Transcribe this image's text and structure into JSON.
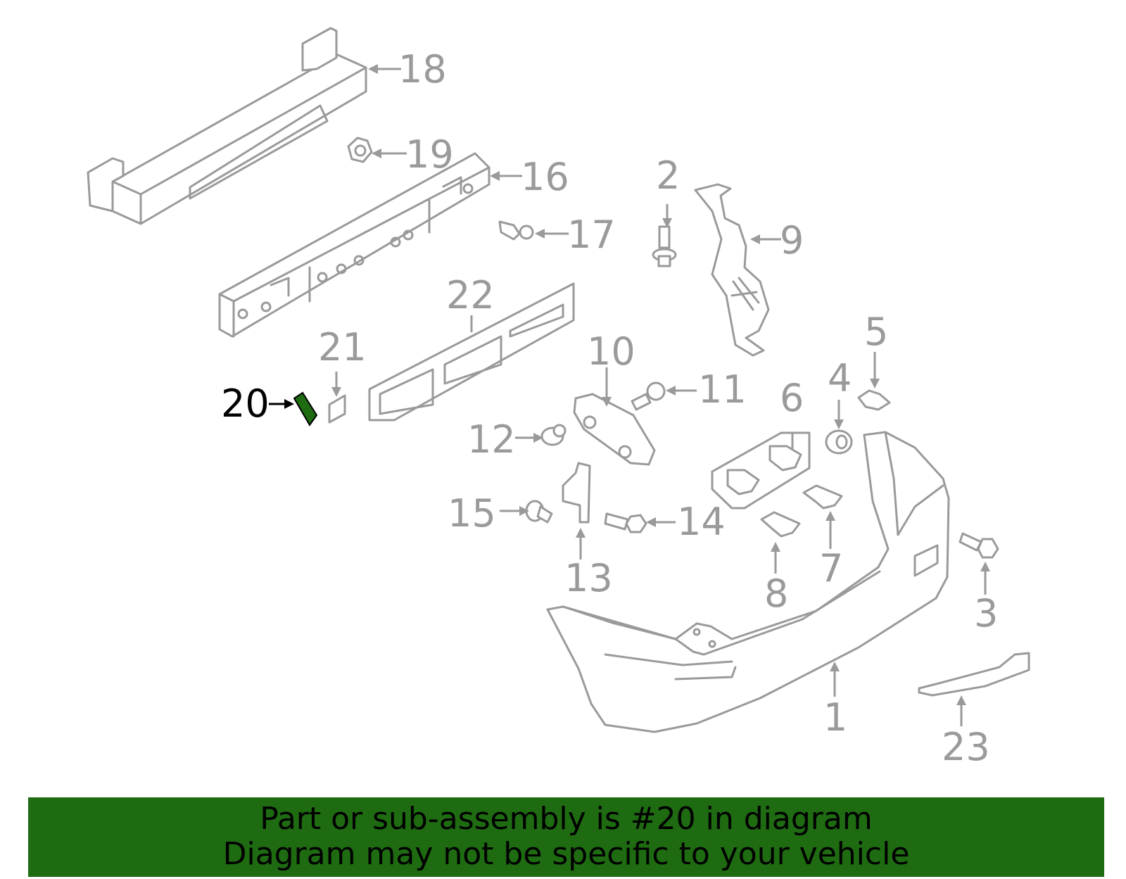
{
  "callouts": [
    {
      "id": "1",
      "text": "1"
    },
    {
      "id": "2",
      "text": "2"
    },
    {
      "id": "3",
      "text": "3"
    },
    {
      "id": "4",
      "text": "4"
    },
    {
      "id": "5",
      "text": "5"
    },
    {
      "id": "6",
      "text": "6"
    },
    {
      "id": "7",
      "text": "7"
    },
    {
      "id": "8",
      "text": "8"
    },
    {
      "id": "9",
      "text": "9"
    },
    {
      "id": "10",
      "text": "10"
    },
    {
      "id": "11",
      "text": "11"
    },
    {
      "id": "12",
      "text": "12"
    },
    {
      "id": "13",
      "text": "13"
    },
    {
      "id": "14",
      "text": "14"
    },
    {
      "id": "15",
      "text": "15"
    },
    {
      "id": "16",
      "text": "16"
    },
    {
      "id": "17",
      "text": "17"
    },
    {
      "id": "18",
      "text": "18"
    },
    {
      "id": "19",
      "text": "19"
    },
    {
      "id": "20",
      "text": "20"
    },
    {
      "id": "21",
      "text": "21"
    },
    {
      "id": "22",
      "text": "22"
    },
    {
      "id": "23",
      "text": "23"
    }
  ],
  "highlight": {
    "part": "20",
    "color": "#1e6b12"
  },
  "colors": {
    "line": "#9a9a9a",
    "banner": "#1e6b12",
    "highlight_text": "#000000"
  },
  "banner": {
    "line1": "Part or sub-assembly is #20 in diagram",
    "line2": "Diagram may not be specific to your vehicle"
  }
}
